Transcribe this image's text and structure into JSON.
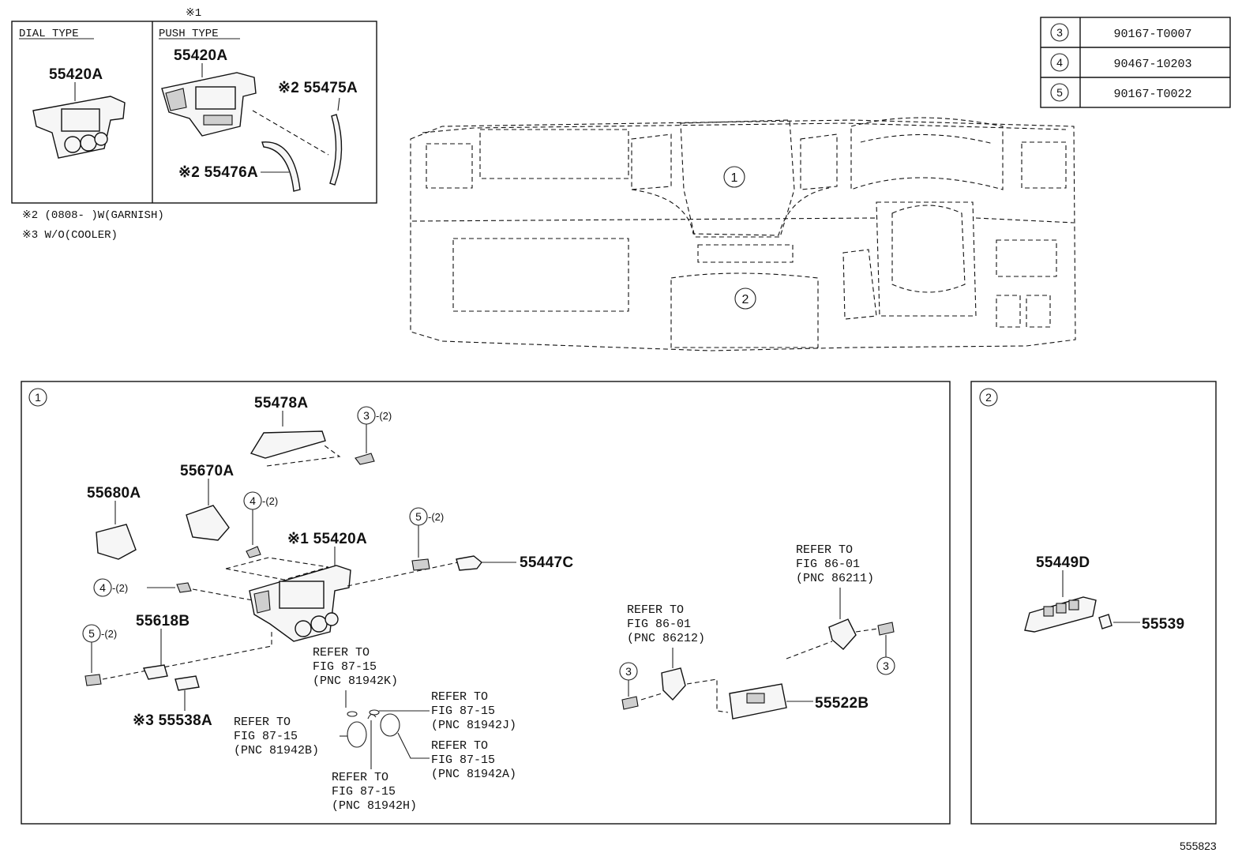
{
  "header": {
    "note_mark_1": "※1",
    "dial_type": "DIAL TYPE",
    "push_type": "PUSH TYPE",
    "dial_part": "55420A",
    "push_part": "55420A",
    "garnish_upper": "※2 55475A",
    "garnish_lower": "※2 55476A",
    "note2": "※2 (0808-    )W(GARNISH)",
    "note3": "※3  W/O(COOLER)"
  },
  "fastener_table": [
    {
      "ref": "3",
      "part": "90167-T0007"
    },
    {
      "ref": "4",
      "part": "90467-10203"
    },
    {
      "ref": "5",
      "part": "90167-T0022"
    }
  ],
  "overview": {
    "callout1": "1",
    "callout2": "2"
  },
  "panel1": {
    "callout": "1",
    "p55478A": "55478A",
    "screw3": "3",
    "screw3_qty": "-(2)",
    "p55670A": "55670A",
    "p55680A": "55680A",
    "clip4a": "4",
    "clip4a_qty": "-(2)",
    "p55420A": "※1 55420A",
    "screw5a": "5",
    "screw5a_qty": "-(2)",
    "p55447C": "55447C",
    "clip4b": "4",
    "clip4b_qty": "-(2)",
    "screw5b": "5",
    "screw5b_qty": "-(2)",
    "p55618B": "55618B",
    "p55538A": "※3 55538A",
    "ref_81942K": [
      "REFER TO",
      "FIG 87-15",
      "(PNC 81942K)"
    ],
    "ref_81942J": [
      "REFER TO",
      "FIG 87-15",
      "(PNC 81942J)"
    ],
    "ref_81942B": [
      "REFER TO",
      "FIG 87-15",
      "(PNC 81942B)"
    ],
    "ref_81942A": [
      "REFER TO",
      "FIG 87-15",
      "(PNC 81942A)"
    ],
    "ref_81942H": [
      "REFER TO",
      "FIG 87-15",
      "(PNC 81942H)"
    ],
    "ref_86212": [
      "REFER TO",
      "FIG 86-01",
      "(PNC 86212)"
    ],
    "ref_86211": [
      "REFER TO",
      "FIG 86-01",
      "(PNC 86211)"
    ],
    "screw3b": "3",
    "screw3c": "3",
    "p55522B": "55522B"
  },
  "panel2": {
    "callout": "2",
    "p55449D": "55449D",
    "p55539": "55539"
  },
  "footer": {
    "figure_id": "555823"
  }
}
